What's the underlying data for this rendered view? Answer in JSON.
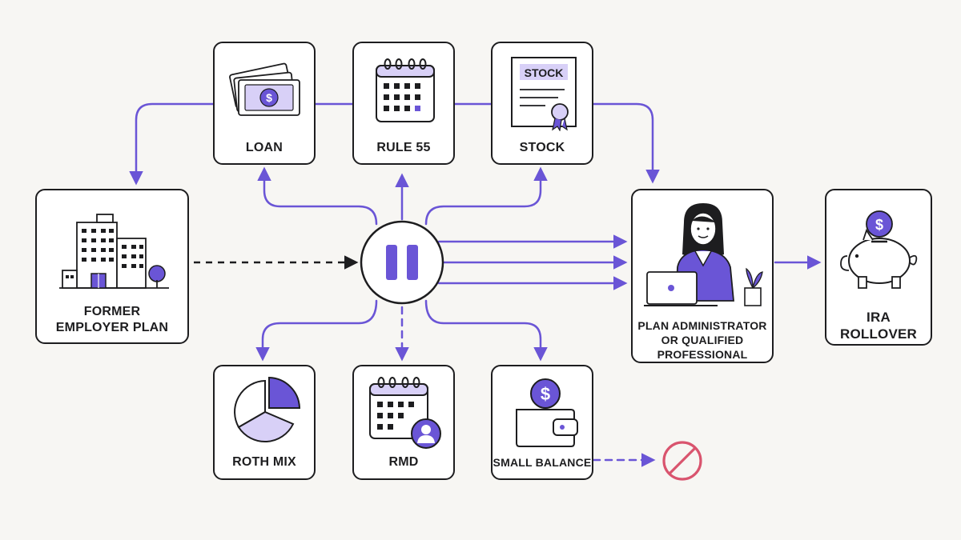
{
  "colors": {
    "accent": "#6a55d6",
    "accent_light": "#d8d0f7",
    "accent_mid": "#b9abf0",
    "ink": "#1d1d1f",
    "stop_red": "#d9546e",
    "background": "#f7f6f3"
  },
  "nodes": {
    "former_employer": {
      "line1": "FORMER",
      "line2": "EMPLOYER PLAN",
      "icon": "office-building-icon"
    },
    "loan": {
      "label": "LOAN",
      "icon": "money-bills-icon"
    },
    "rule55": {
      "label": "RULE 55",
      "icon": "calendar-icon"
    },
    "stock": {
      "label": "STOCK",
      "certificate_text": "STOCK",
      "icon": "stock-certificate-icon"
    },
    "hub": {
      "icon": "pause-icon"
    },
    "plan_admin": {
      "line1": "PLAN ADMINISTRATOR",
      "line2": "OR QUALIFIED",
      "line3": "PROFESSIONAL",
      "icon": "advisor-at-laptop-icon"
    },
    "ira": {
      "line1": "IRA",
      "line2": "ROLLOVER",
      "icon": "piggy-bank-icon"
    },
    "roth": {
      "label": "ROTH MIX",
      "icon": "pie-chart-icon"
    },
    "rmd": {
      "label": "RMD",
      "icon": "calendar-person-icon"
    },
    "small_balance": {
      "label": "SMALL BALANCE",
      "icon": "wallet-coin-icon"
    },
    "blocked": {
      "icon": "prohibited-icon"
    }
  }
}
